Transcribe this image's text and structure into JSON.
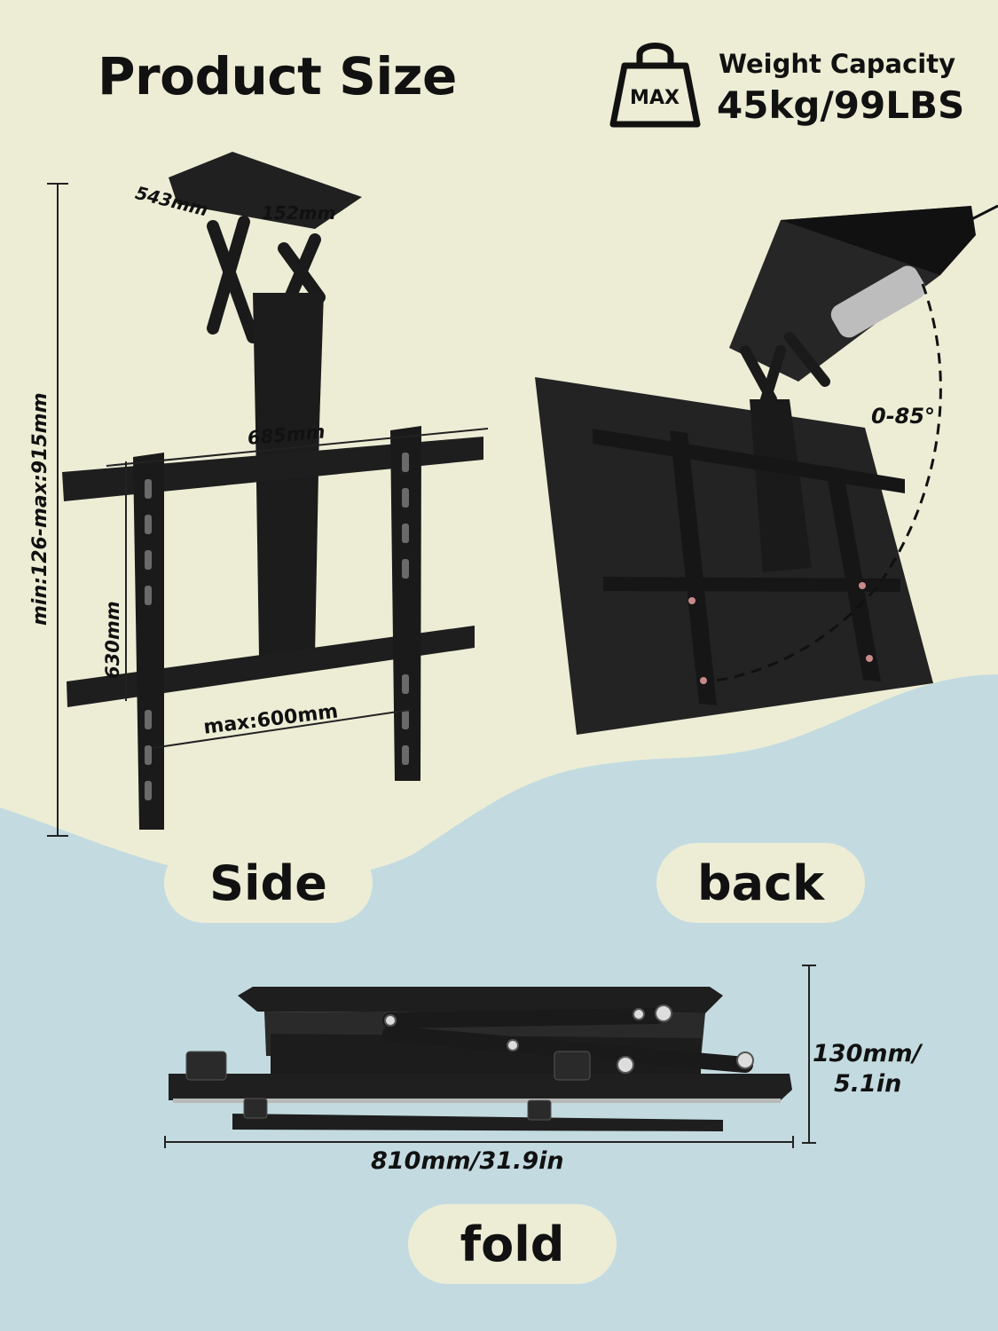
{
  "title": "Product Size",
  "weight": {
    "icon": "weight-max-icon",
    "icon_text": "MAX",
    "label": "Weight Capacity",
    "value": "45kg/99LBS"
  },
  "side": {
    "label": "Side",
    "dims": {
      "top_depth": "543mm",
      "top_width": "152mm",
      "bar_width": "685mm",
      "height_range": "min:126-max:915mm",
      "bracket_height": "630mm",
      "bracket_spacing": "max:600mm"
    }
  },
  "back": {
    "label": "back",
    "angle": "0-85°"
  },
  "fold": {
    "label": "fold",
    "height_line1": "130mm/",
    "height_line2": "5.1in",
    "width": "810mm/31.9in"
  },
  "colors": {
    "cream": "#ededd6",
    "blue": "#c3dbe0",
    "metal": "#1b1b1b"
  }
}
